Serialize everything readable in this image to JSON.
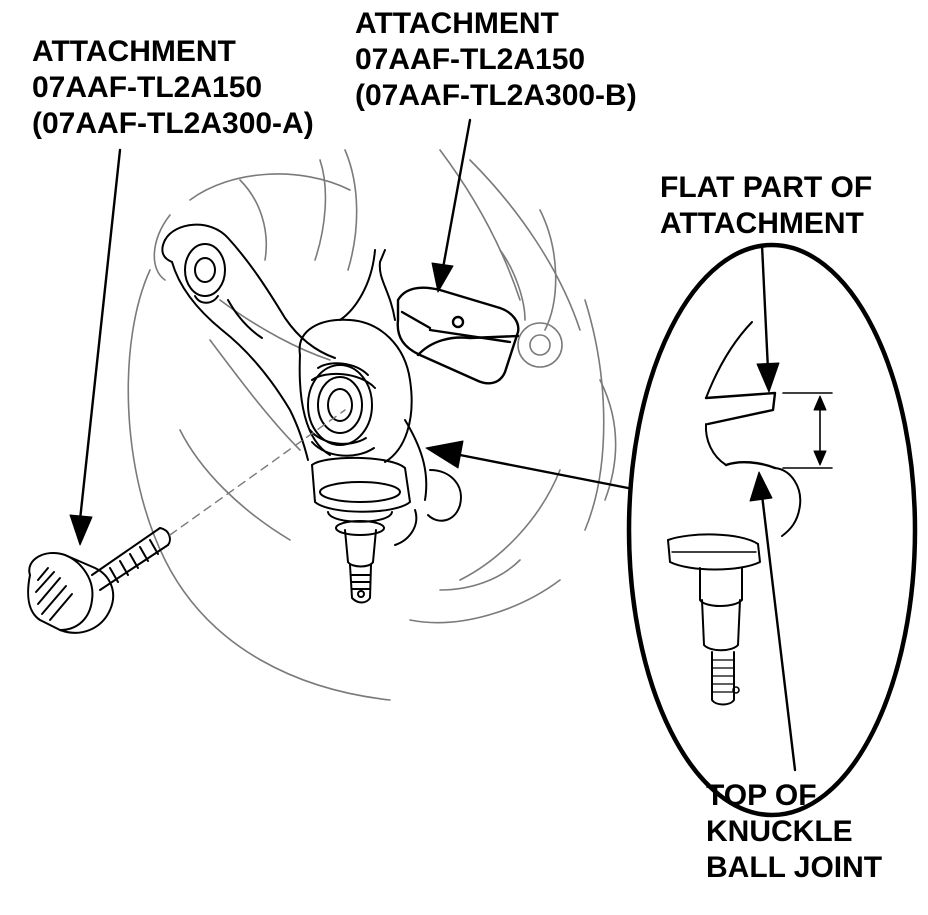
{
  "callouts": {
    "attachment_a": {
      "line1": "ATTACHMENT",
      "line2": "07AAF-TL2A150",
      "line3": "(07AAF-TL2A300-A)"
    },
    "attachment_b": {
      "line1": "ATTACHMENT",
      "line2": "07AAF-TL2A150",
      "line3": "(07AAF-TL2A300-B)"
    },
    "flat_part": {
      "line1": "FLAT PART OF",
      "line2": "ATTACHMENT"
    },
    "top_of_knuckle": {
      "line1": "TOP OF",
      "line2": "KNUCKLE",
      "line3": "BALL JOINT"
    }
  },
  "colors": {
    "ink": "#000000",
    "faint": "#7a7a7a",
    "paper": "#ffffff"
  }
}
